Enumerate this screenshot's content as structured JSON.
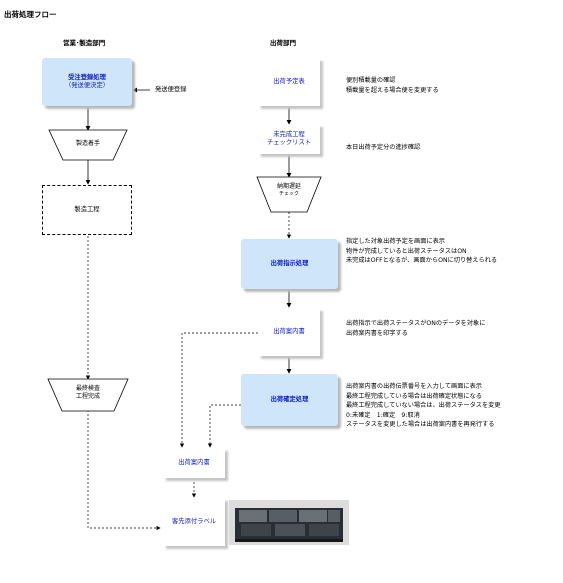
{
  "title": "出荷処理フロー",
  "columns": {
    "left": "営業･製造部門",
    "right": "出荷部門"
  },
  "left_flow": {
    "order_entry_line1": "受注登録処理",
    "order_entry_line2": "（発送便決定）",
    "shipping_mode_label": "発送便登録",
    "manufacturing_start": "製造着手",
    "manufacturing_process": "製造工程",
    "final_inspection_line1": "最終検査",
    "final_inspection_line2": "工程完成"
  },
  "right_flow": {
    "shipping_schedule": "出荷予定表",
    "uncompleted_line1": "未完成工程",
    "uncompleted_line2": "チェックリスト",
    "delay_line1": "納期遅延",
    "delay_line2": "チェック",
    "shipping_instruction": "出荷指示処理",
    "shipping_guide": "出荷案内書",
    "shipping_confirm": "出荷確定処理",
    "shipping_guide_final": "出荷案内書",
    "destination_label": "客先添付ラベル"
  },
  "notes": {
    "schedule": "便別積載量の確認\n積載量を超える場合便を変更する",
    "uncompleted": "本日出荷予定分の進捗確認",
    "instruction": "指定した対象出荷予定を画面に表示\n物件が完成していると出荷ステータスはON\n未完成はOFFとなるが、画面からONに切り替えられる",
    "guide": "出荷指示で出荷ステータスがONのデータを対象に\n出荷案内書を印字する",
    "confirm": "出荷案内書の出荷伝票番号を入力して画面に表示\n最終工程完成している場合は出荷確定状態になる\n最終工程完成していない場合は、出荷ステータスを変更\n0:未確定　1:確定　9:取消\nステータスを変更した場合は出荷案内書を再発行する"
  },
  "colors": {
    "process_fill": "#cfe6fa",
    "label_text": "#1020c0",
    "photo_dark": "#2a2d33"
  }
}
